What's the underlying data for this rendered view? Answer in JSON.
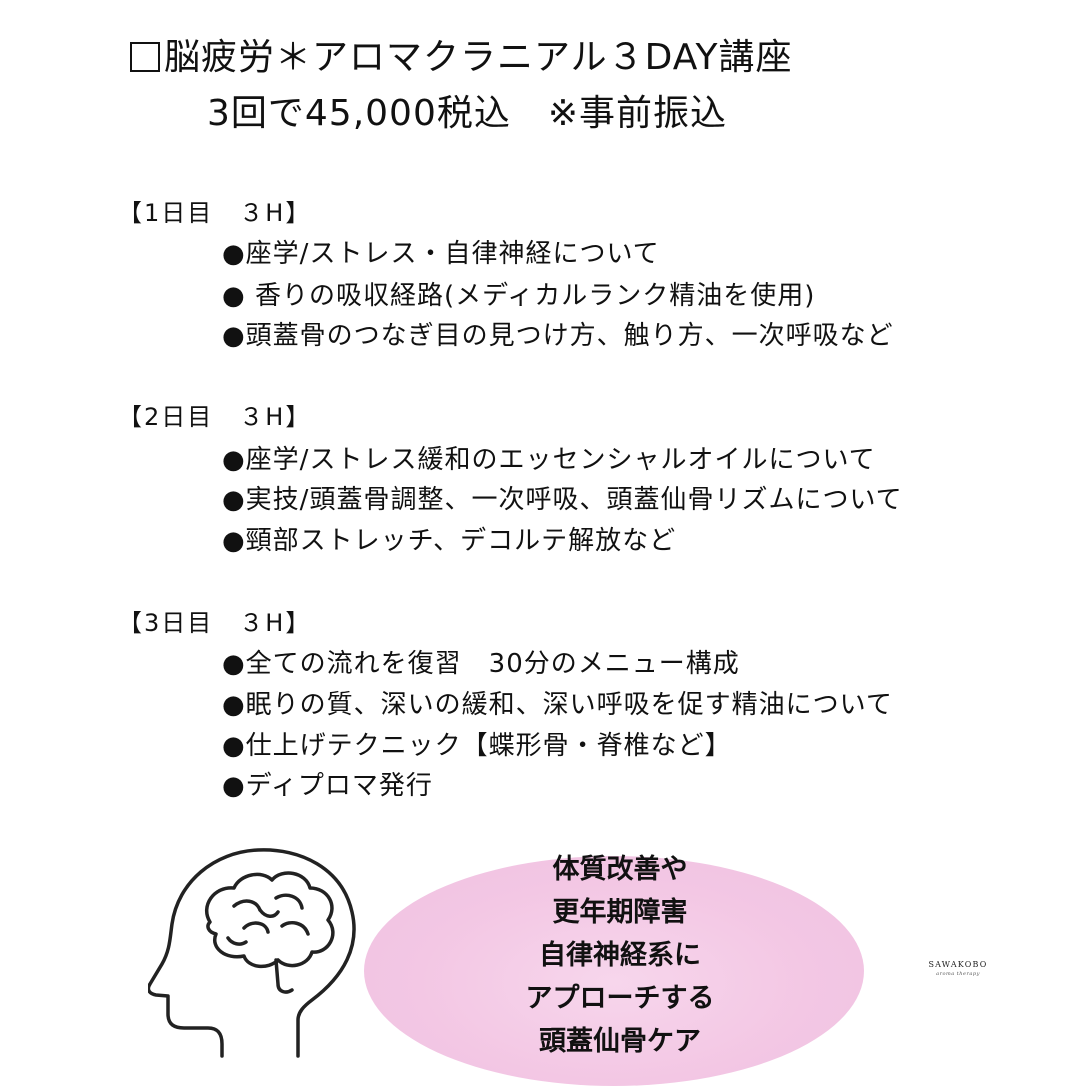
{
  "header": {
    "title_line1": "脳疲労＊アロマクラニアル３DAY講座",
    "title_line2": "3回で45,000税込　※事前振込"
  },
  "days": [
    {
      "heading": "【1日目　３H】",
      "items": [
        "●座学/ストレス・自律神経について",
        "● 香りの吸収経路(メディカルランク精油を使用)",
        "●頭蓋骨のつなぎ目の見つけ方、触り方、一次呼吸など"
      ]
    },
    {
      "heading": "【2日目　３H】",
      "items": [
        "●座学/ストレス緩和のエッセンシャルオイルについて",
        "●実技/頭蓋骨調整、一次呼吸、頭蓋仙骨リズムについて",
        "●頸部ストレッチ、デコルテ解放など"
      ]
    },
    {
      "heading": "【3日目　３H】",
      "items": [
        "●全ての流れを復習　30分のメニュー構成",
        "●眠りの質、深いの緩和、深い呼吸を促す精油について",
        "●仕上げテクニック【蝶形骨・脊椎など】",
        "●ディプロマ発行"
      ]
    }
  ],
  "callout": {
    "lines": [
      "体質改善や",
      "更年期障害",
      "自律神経系に",
      "アプローチする",
      "頭蓋仙骨ケア"
    ],
    "color": "#f3c7e4"
  },
  "logo": {
    "name": "SAWAKOBO",
    "tagline": "aroma therapy"
  },
  "icons": {
    "checkbox": "empty-checkbox-icon",
    "head": "head-brain-icon"
  }
}
